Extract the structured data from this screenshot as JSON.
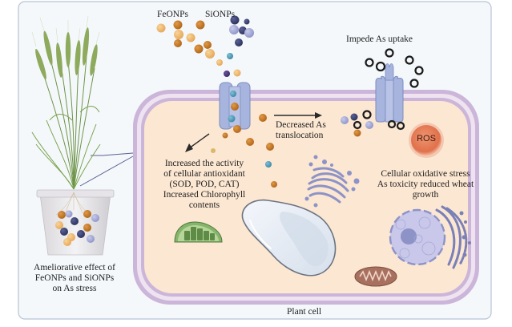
{
  "labels": {
    "feonps": "FeONPs",
    "sionps": "SiONPs",
    "impede": "Impede As uptake",
    "translocation": [
      "Decreased As",
      "translocation"
    ],
    "antioxidant": [
      "Increased the activity",
      "of cellular antioxidant",
      "(SOD, POD, CAT)",
      "Increased Chlorophyll",
      "contents"
    ],
    "oxidative": [
      "Cellular oxidative stress",
      "As toxicity reduced wheat",
      "growth"
    ],
    "ameliorative": [
      "Ameliorative effect of",
      "FeONPs and SiONPs",
      "on As stress"
    ],
    "ros": "ROS",
    "plant_cell": "Plant cell"
  },
  "colors": {
    "panel_bg": "#f4f8fb",
    "panel_border": "#b7c3d6",
    "cell_wall": "#cbb5d9",
    "cell_wall_inner": "#efe3f1",
    "cytoplasm": "#fce7d2",
    "channel": "#a7b4dd",
    "fe_light": "#eeb469",
    "fe_dark": "#c97a25",
    "si_light": "#a7acd8",
    "si_dark": "#3b4272",
    "arsenic": "#1b1b1b",
    "ros": "#e8805a",
    "wheat": "#7a9a4e",
    "chloroplast": "#6e9e55",
    "mitochondrion": "#a8715f",
    "organelle": "#8d93c6"
  },
  "components": [
    "wheat plant in pot",
    "FeONPs particles",
    "SiONPs particles",
    "membrane channel (uptake)",
    "membrane channel (impeded)",
    "arsenic ions",
    "ROS",
    "Golgi apparatus",
    "vacuole",
    "chloroplast",
    "mitochondrion",
    "nucleus",
    "endoplasmic reticulum"
  ]
}
